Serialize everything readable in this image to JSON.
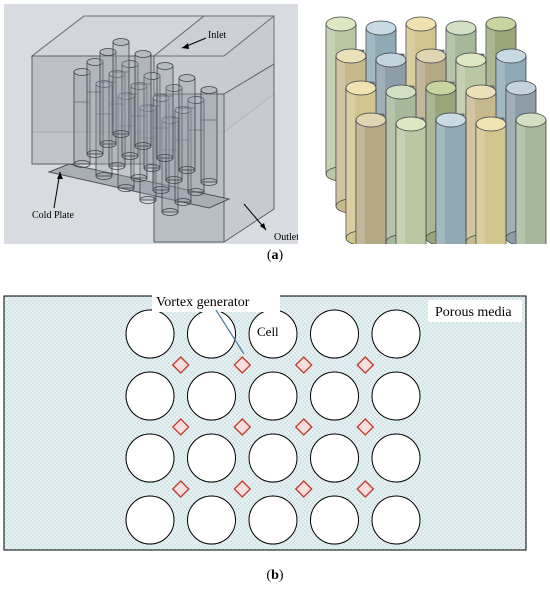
{
  "panel_a": {
    "caption_prefix": "(",
    "caption_letter": "a",
    "caption_suffix": ")",
    "labels": {
      "inlet": "Inlet",
      "outlet": "Outlet",
      "cold_plate": "Cold Plate"
    }
  },
  "panel_b": {
    "caption_prefix": "(",
    "caption_letter": "b",
    "caption_suffix": ")",
    "labels": {
      "vortex_generator": "Vortex generator",
      "porous_media": "Porous media",
      "cell": "Cell"
    },
    "grid": {
      "rows": 4,
      "columns": 5
    },
    "colors": {
      "porous_fill": "#e6f1f3",
      "porous_dot": "#a8c4cb",
      "vortex_stroke": "#c0392b",
      "pointer_line": "#4a7fa8"
    }
  }
}
